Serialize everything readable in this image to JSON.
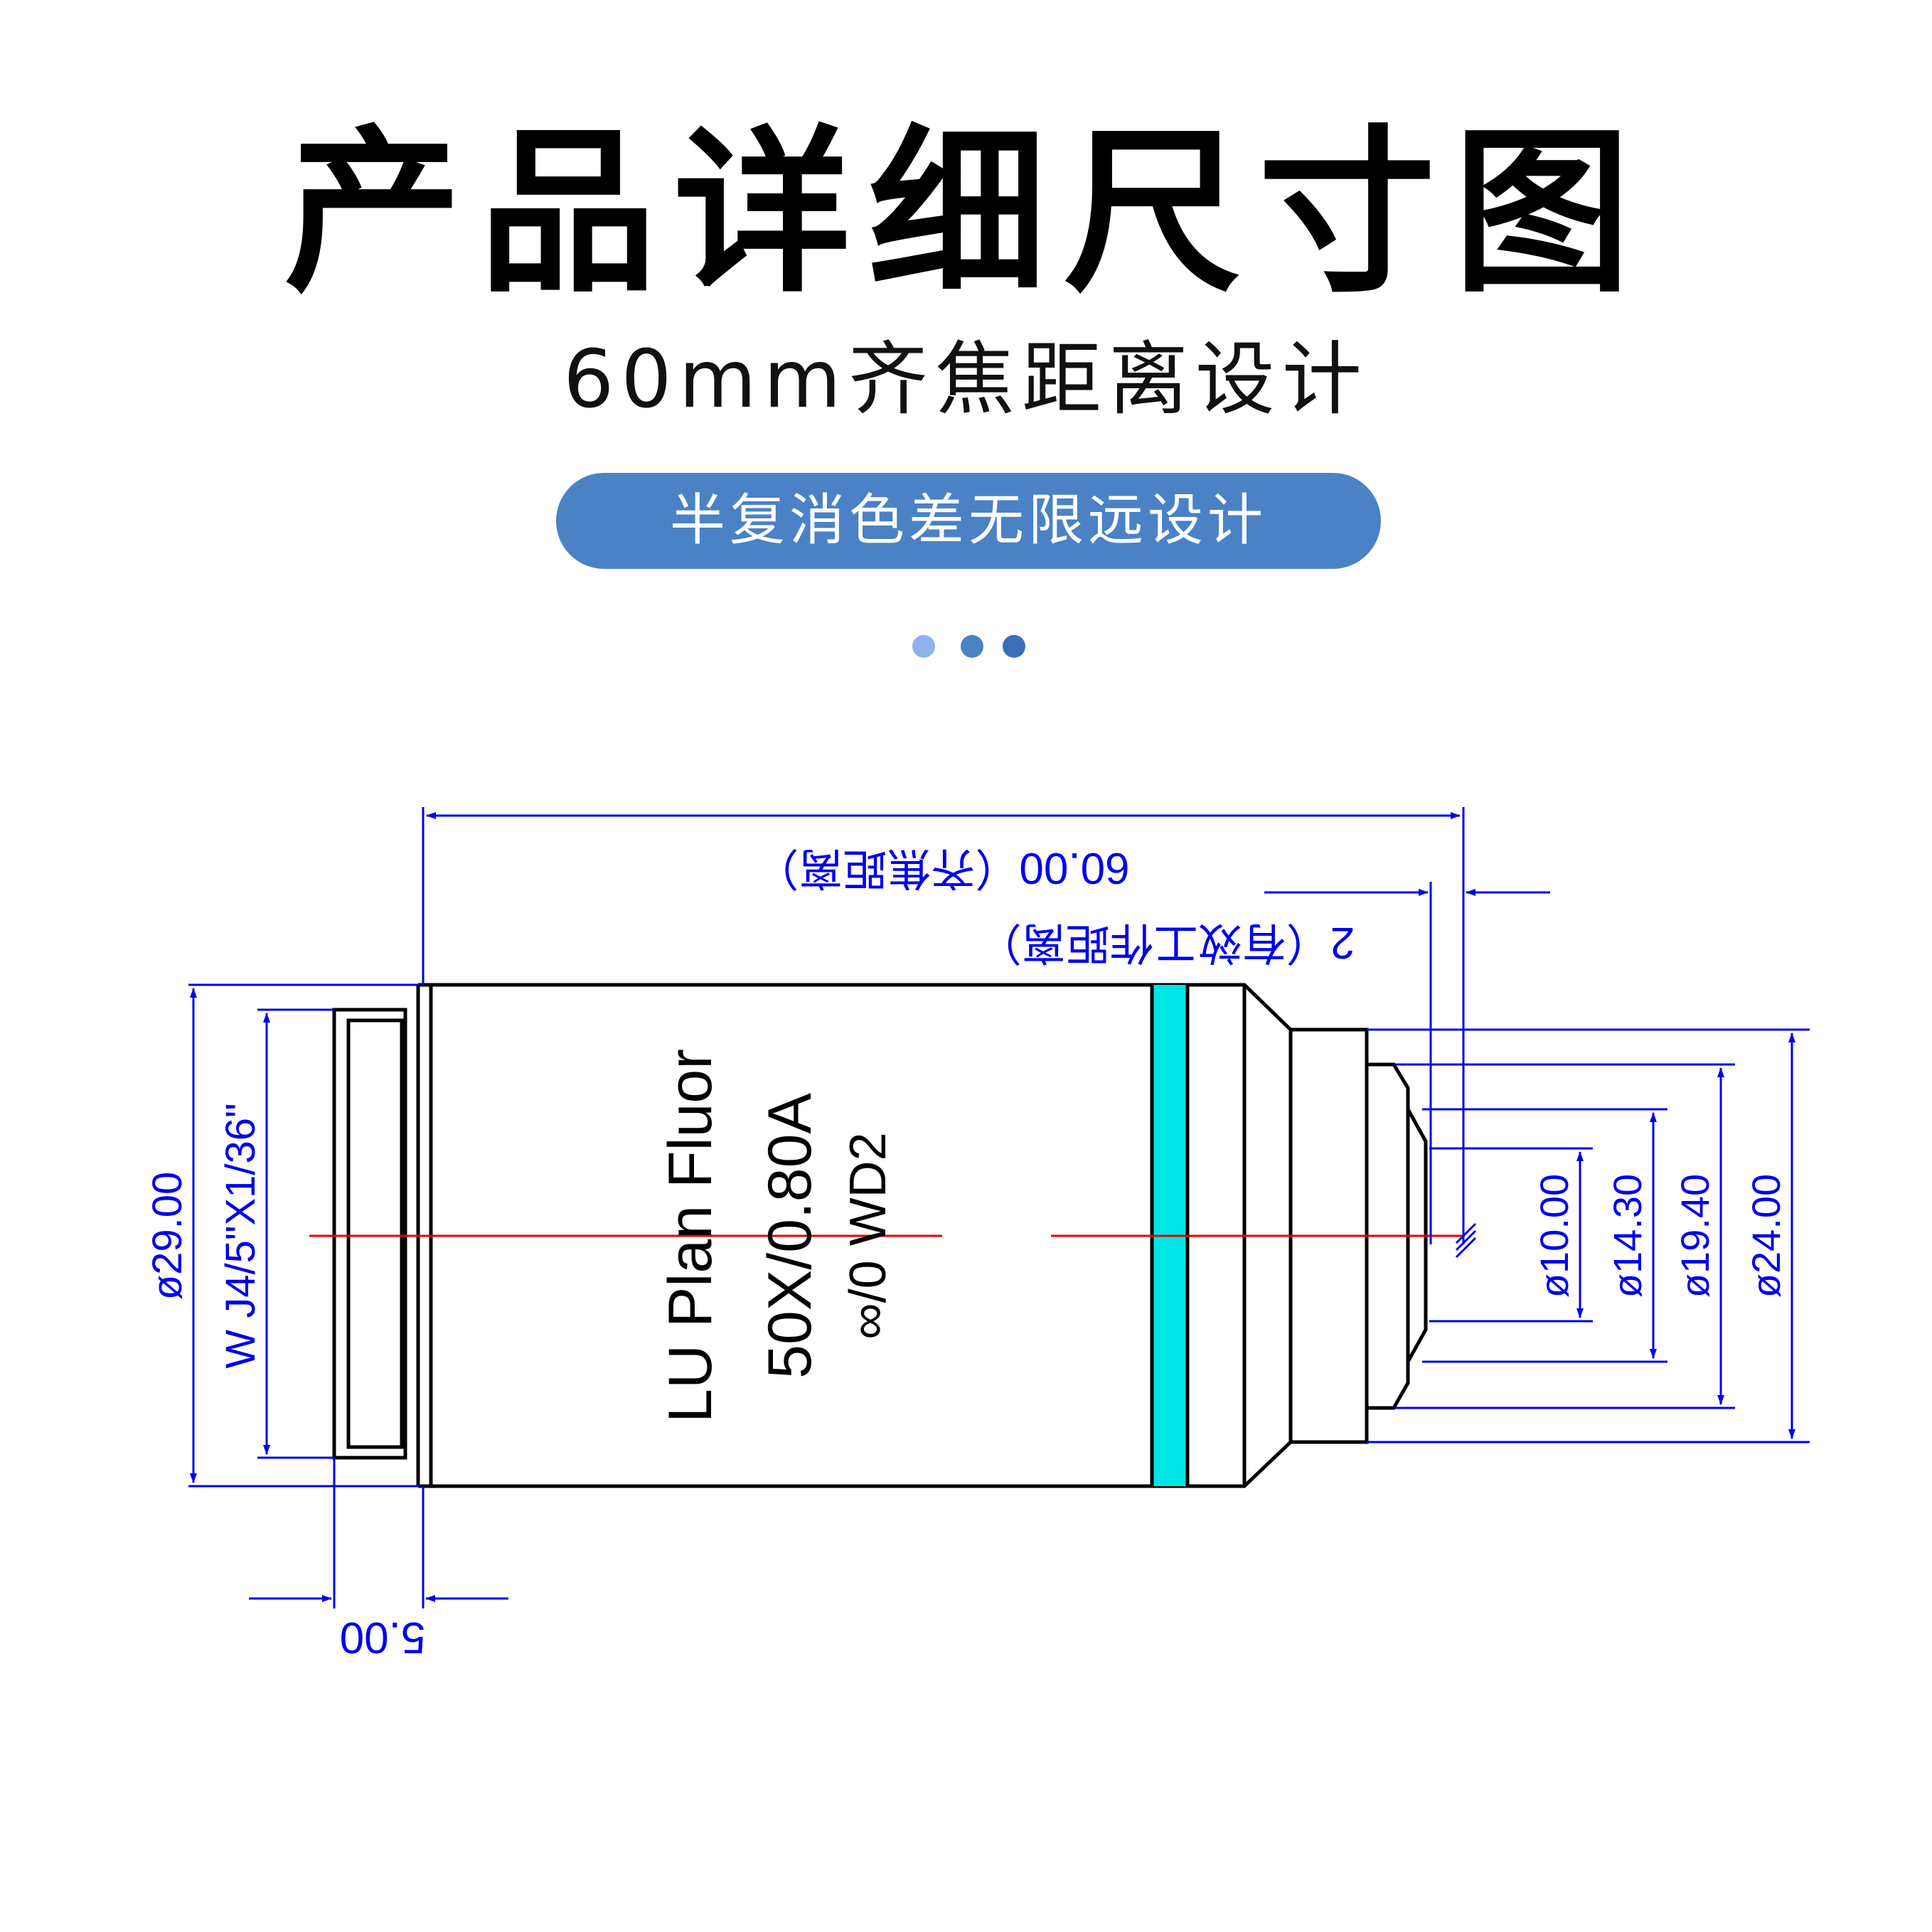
{
  "header": {
    "title": "产品详细尺寸图",
    "subtitle": "60mm齐焦距离设计",
    "badge": "半复消色差无限远设计"
  },
  "dots": {
    "colors": [
      "#8db3ea",
      "#4a82c5",
      "#3a6fb8"
    ]
  },
  "drawing": {
    "dimension_color": "#0000ee",
    "stripe_color": "#00e5e5",
    "centerline_color": "#ee0000",
    "objective_label": {
      "line1": "LU Plan Fluor",
      "line2": "50X/0.80A",
      "line3": "∞/0 WD2"
    },
    "dimensions": {
      "parfocal": "60.00（齐焦距离）",
      "working_distance": "2（有效工作距离）",
      "thread": "W J4/5\"X1/36\"",
      "body_diameter": "ø29.00",
      "thread_length": "5.00",
      "d1": "ø10.00",
      "d2": "ø14.30",
      "d3": "ø19.40",
      "d4": "ø24.00"
    }
  }
}
